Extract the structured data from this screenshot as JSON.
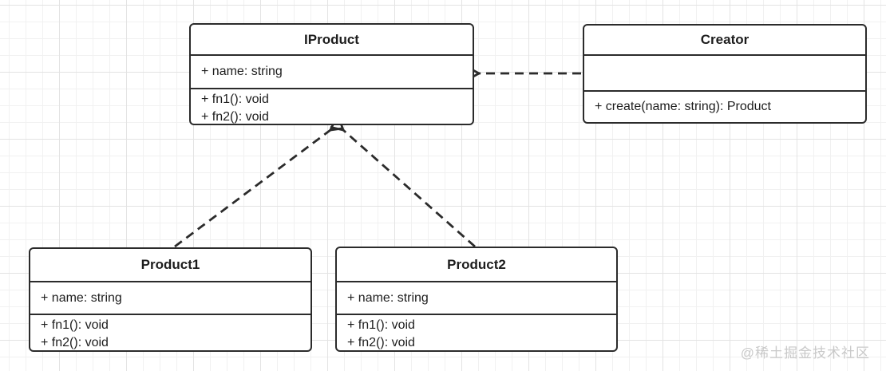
{
  "diagram": {
    "type": "uml-class-diagram",
    "classes": [
      {
        "title": "IProduct",
        "attributes": [
          "+ name: string"
        ],
        "methods": [
          "+ fn1(): void",
          "+ fn2(): void"
        ]
      },
      {
        "title": "Creator",
        "attributes": [],
        "methods": [
          "+ create(name: string): Product"
        ]
      },
      {
        "title": "Product1",
        "attributes": [
          "+ name: string"
        ],
        "methods": [
          "+ fn1(): void",
          "+ fn2(): void"
        ]
      },
      {
        "title": "Product2",
        "attributes": [
          "+ name: string"
        ],
        "methods": [
          "+ fn1(): void",
          "+ fn2(): void"
        ]
      }
    ],
    "relations": [
      {
        "from": "Creator",
        "to": "IProduct",
        "line": "dashed",
        "arrowhead": "open"
      },
      {
        "from": "Product1",
        "to": "IProduct",
        "line": "dashed",
        "arrowhead": "open"
      },
      {
        "from": "Product2",
        "to": "IProduct",
        "line": "dashed",
        "arrowhead": "open"
      }
    ]
  },
  "watermark": "@稀土掘金技术社区",
  "colors": {
    "stroke": "#2b2b2b",
    "text": "#1d1d1d",
    "box_fill": "#ffffff",
    "grid_minor": "#f1f1f1",
    "grid_major": "#e3e3e3",
    "watermark": "#c9c9c9"
  }
}
